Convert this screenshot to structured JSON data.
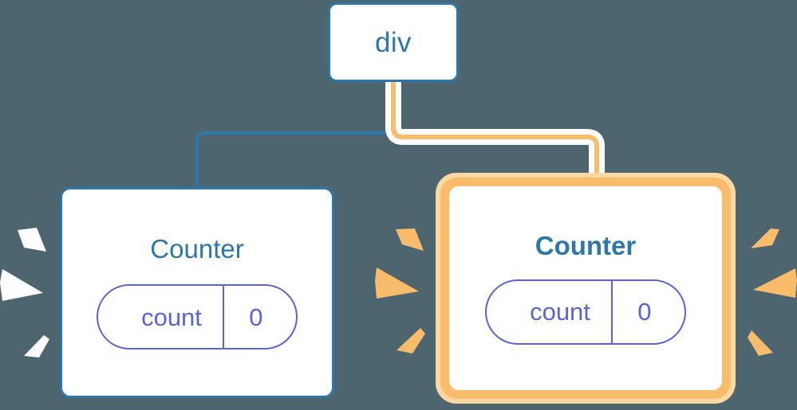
{
  "diagram": {
    "title": "React component tree re-render highlight",
    "background_color": "#4d656f",
    "nodes": [
      {
        "id": "div",
        "label": "div",
        "kind": "host-element",
        "highlighted": false,
        "border_color": "#2e77a9",
        "text_color": "#2e77a9"
      },
      {
        "id": "counter-left",
        "label": "Counter",
        "kind": "component",
        "highlighted": false,
        "border_color": "#2e77a9",
        "text_color": "#2e77a9",
        "state": {
          "key": "count",
          "value": "0",
          "color": "#5b63d6"
        }
      },
      {
        "id": "counter-right",
        "label": "Counter",
        "kind": "component",
        "highlighted": true,
        "border_color": "#f8bc6a",
        "glow_color": "#fbd9a2",
        "text_color": "#2e77a9",
        "state": {
          "key": "count",
          "value": "0",
          "color": "#5b63d6"
        }
      }
    ],
    "edges": [
      {
        "id": "div-to-counter-left",
        "from": "div",
        "to": "counter-left",
        "color": "#2e77a9",
        "highlighted": false
      },
      {
        "id": "div-to-counter-right",
        "from": "div",
        "to": "counter-right",
        "color": "#f8bc6a",
        "halo_color": "#ffffff",
        "highlighted": true
      }
    ],
    "sparkle_groups": [
      {
        "id": "sparkles-left-outer",
        "color": "#ffffff",
        "direction": "right",
        "count": 3
      },
      {
        "id": "sparkles-middle",
        "color": "#f8bc6a",
        "direction": "right",
        "count": 3
      },
      {
        "id": "sparkles-right-outer",
        "color": "#f8bc6a",
        "direction": "left",
        "count": 3
      }
    ]
  }
}
